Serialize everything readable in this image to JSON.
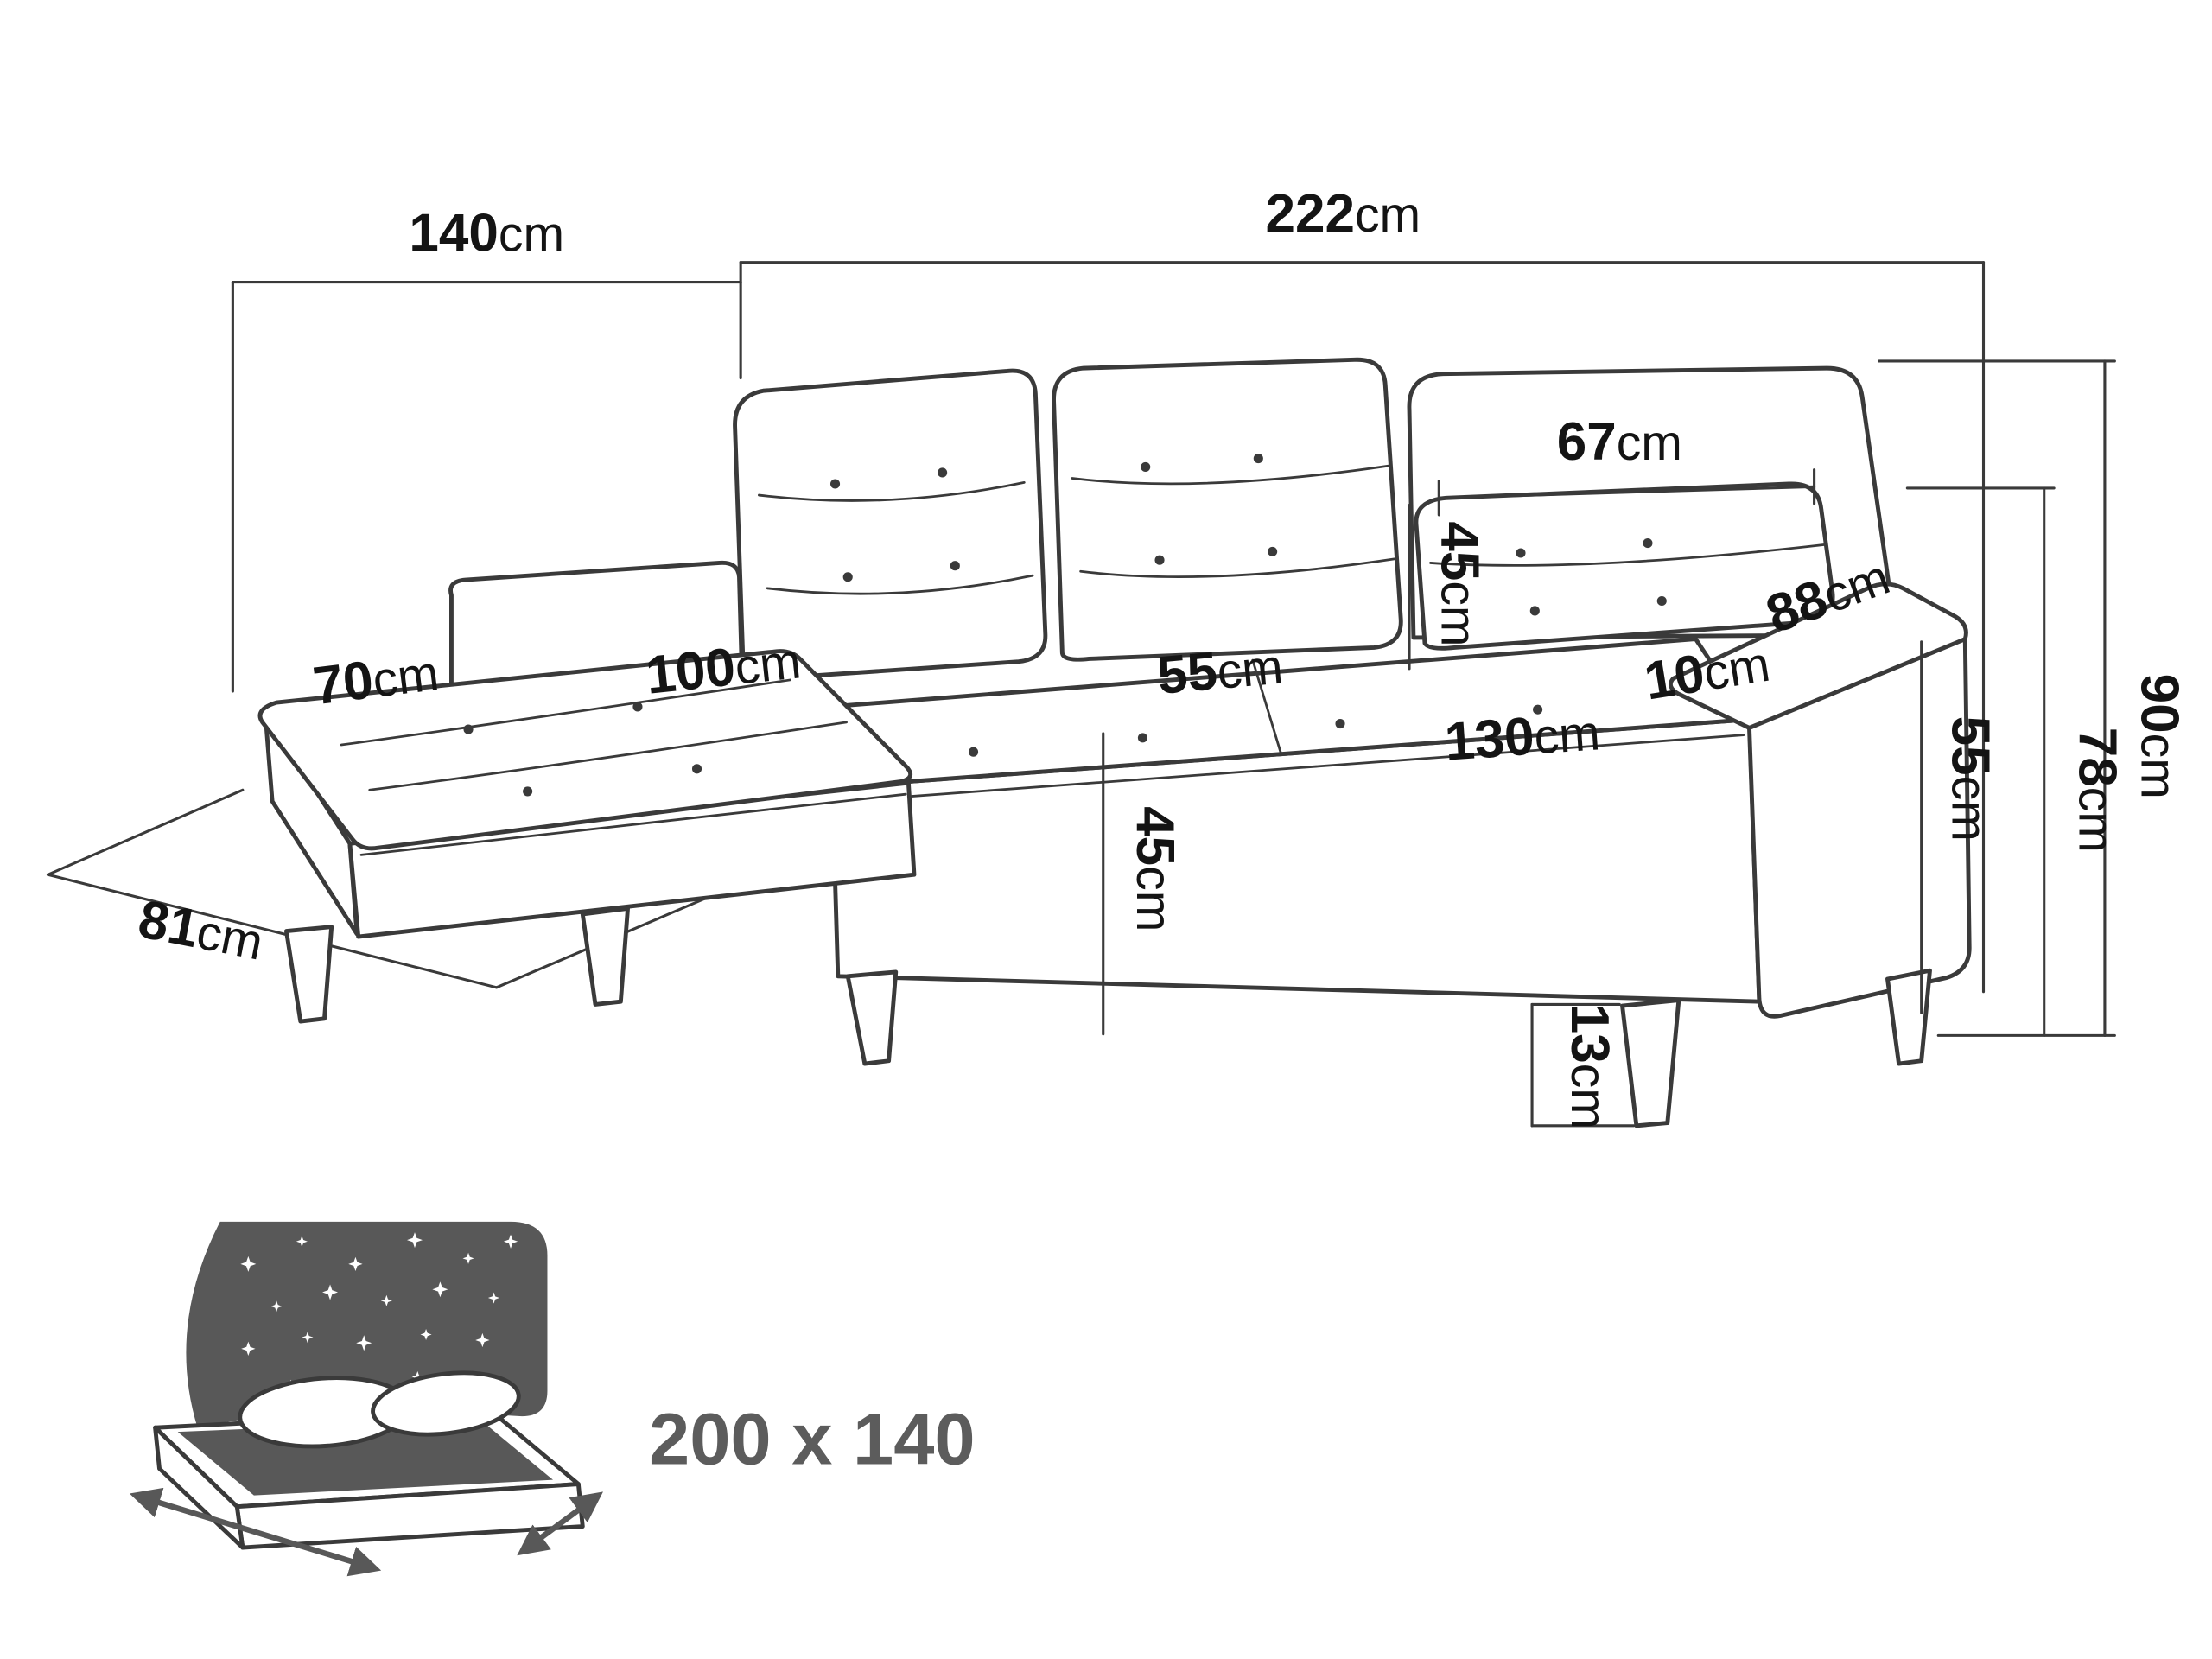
{
  "diagram": {
    "labels": {
      "chaise_back_width": {
        "value": "140",
        "unit": "cm"
      },
      "total_width": {
        "value": "222",
        "unit": "cm"
      },
      "back_cushion_width": {
        "value": "67",
        "unit": "cm"
      },
      "back_cushion_height": {
        "value": "45",
        "unit": "cm"
      },
      "armrest_depth": {
        "value": "88",
        "unit": "cm"
      },
      "total_height": {
        "value": "90",
        "unit": "cm"
      },
      "backrest_height": {
        "value": "78",
        "unit": "cm"
      },
      "armrest_height": {
        "value": "55",
        "unit": "cm"
      },
      "chaise_width": {
        "value": "70",
        "unit": "cm"
      },
      "chaise_seat_length": {
        "value": "100",
        "unit": "cm"
      },
      "seat_depth": {
        "value": "55",
        "unit": "cm"
      },
      "armrest_width": {
        "value": "10",
        "unit": "cm"
      },
      "seat_width": {
        "value": "130",
        "unit": "cm"
      },
      "seat_height": {
        "value": "45",
        "unit": "cm"
      },
      "chaise_floor_depth": {
        "value": "81",
        "unit": "cm"
      },
      "leg_height": {
        "value": "13",
        "unit": "cm"
      }
    },
    "sleeping_area": {
      "label": "200 x 140"
    },
    "colors": {
      "line": "#3a3a3a",
      "text": "#141414",
      "muted_text": "#5c5c5c",
      "icon_dark": "#585858",
      "background": "#ffffff"
    }
  }
}
